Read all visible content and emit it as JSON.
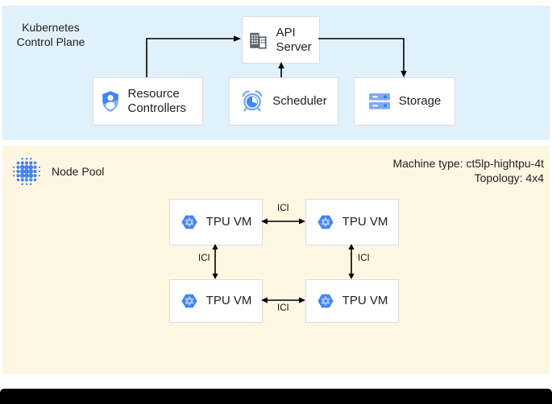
{
  "diagram": {
    "control_plane": {
      "title": "Kubernetes Control Plane",
      "nodes": {
        "api_server": {
          "label": "API Server",
          "icon": "building-icon"
        },
        "resource_controllers": {
          "label": "Resource Controllers",
          "icon": "shield-user-icon"
        },
        "scheduler": {
          "label": "Scheduler",
          "icon": "alarm-clock-icon"
        },
        "storage": {
          "label": "Storage",
          "icon": "server-stack-icon"
        }
      }
    },
    "node_pool": {
      "title": "Node Pool",
      "icon": "dot-cluster-icon",
      "machine_type": "Machine type: ct5lp-hightpu-4t",
      "topology": "Topology: 4x4",
      "vms": [
        {
          "label": "TPU VM",
          "icon": "tpu-hexagon-icon"
        },
        {
          "label": "TPU VM",
          "icon": "tpu-hexagon-icon"
        },
        {
          "label": "TPU VM",
          "icon": "tpu-hexagon-icon"
        },
        {
          "label": "TPU VM",
          "icon": "tpu-hexagon-icon"
        }
      ],
      "links": [
        {
          "label": "ICI"
        },
        {
          "label": "ICI"
        },
        {
          "label": "ICI"
        },
        {
          "label": "ICI"
        }
      ]
    },
    "colors": {
      "control_plane_bg": "#E1F1FC",
      "node_pool_bg": "#FDF7E2",
      "google_blue": "#4285F4",
      "light_blue": "#7BAAF7",
      "icon_gray": "#5F6368",
      "arrow": "#000000",
      "text": "#202124"
    }
  }
}
